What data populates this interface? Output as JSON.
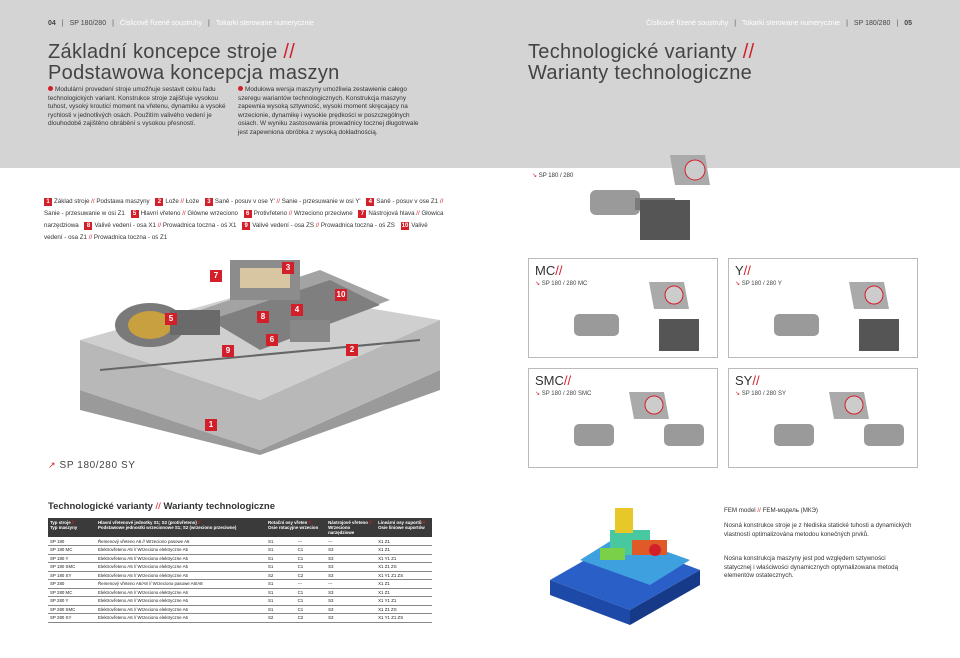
{
  "header_left": {
    "page": "04",
    "model": "SP 180/280",
    "section_cz": "Číslicově řízené soustruhy",
    "section_pl": "Tokarki sterowane numerycznie"
  },
  "header_right": {
    "section_cz": "Číslicově řízené soustruhy",
    "section_pl": "Tokarki sterowane numerycznie",
    "model": "SP 180/280",
    "page": "05"
  },
  "left_title": {
    "line1": "Základní koncepce stroje",
    "line2": "Podstawowa koncepcja maszyn",
    "slashes": "//"
  },
  "right_title": {
    "line1": "Technologické varianty",
    "line2": "Warianty technologiczne",
    "slashes": "//"
  },
  "intro_cz": "Modulární provedení stroje umožňuje sestavit celou řadu technologických variant. Konstrukce stroje zajišťuje vysokou tuhost, vysoký krouticí moment na vřetenu, dynamiku a vysoké rychlosti v jednotlivých osách. Použitím valivého vedení je dlouhodobě zajištěno obrábění s vysokou přesností.",
  "intro_pl": "Modułowa wersja maszyny umożliwia zestawienie całego szeregu wariantów technologicznych. Konstrukcja maszyny zapewnia wysoką sztywność, wysoki moment skręcający na wrzecionie, dynamikę i wysokie prędkości w poszczególnych osiach. W wyniku zastosowania prowadnicy tocznej długotrwale jest zapewniona obróbka z wysoką dokładnością.",
  "components": [
    {
      "n": "1",
      "cz": "Základ stroje",
      "pl": "Podstawa maszyny"
    },
    {
      "n": "2",
      "cz": "Lože",
      "pl": "Łoże"
    },
    {
      "n": "3",
      "cz": "Saně - posuv v ose Y'",
      "pl": "Sanie - przesuwanie w osi Y'"
    },
    {
      "n": "4",
      "cz": "Saně - posuv v ose Z1",
      "pl": "Sanie - przesuwanie w osi Z1"
    },
    {
      "n": "5",
      "cz": "Hlavní vřeteno",
      "pl": "Główne wrzeciono"
    },
    {
      "n": "6",
      "cz": "Protivřeteno",
      "pl": "Wrzeciono przeciwne"
    },
    {
      "n": "7",
      "cz": "Nástrojová hlava",
      "pl": "Głowica narzędziowa"
    },
    {
      "n": "8",
      "cz": "Valivé vedení - osa X1",
      "pl": "Prowadnica toczna - oś X1"
    },
    {
      "n": "9",
      "cz": "Valivé vedení - osa ZS",
      "pl": "Prowadnica toczna - oś ZS"
    },
    {
      "n": "10",
      "cz": "Valivé vedení - osa Z1",
      "pl": "Prowadnica toczna - oś Z1"
    }
  ],
  "model_label": "SP 180/280 SY",
  "variants": [
    {
      "title": "MC",
      "sub": "SP 180 / 280 MC"
    },
    {
      "title": "Y",
      "sub": "SP 180 / 280 Y"
    },
    {
      "title": "SMC",
      "sub": "SP 180 / 280 SMC"
    },
    {
      "title": "SY",
      "sub": "SP 180 / 280 SY"
    }
  ],
  "sp_label": "SP 180 / 280",
  "tech_title_cz": "Technologické varianty",
  "tech_title_pl": "Warianty technologiczne",
  "table": {
    "headers": [
      {
        "cz": "Typ stroje",
        "pl": "Typ maszyny"
      },
      {
        "cz": "Hlavní vřetenové jednotky S1; S2 (protivřeteno)",
        "pl": "Podstawowe jednostki wrzecionowe S1; S2 (wrzeciono przeciwne)"
      },
      {
        "cz": "Rotační osy vřeten",
        "pl": "Osie rotacyjne wrzecion"
      },
      {
        "cz": "Nástrojové vřeteno",
        "pl": "Wrzeciono narzędziowe"
      },
      {
        "cz": "Lineární osy suportů",
        "pl": "Osie liniowe suportów"
      }
    ],
    "rows": [
      [
        "SP 180",
        "Řemenový vřeteno A6 // Wrzeciono pasowe A6",
        "S1",
        "---",
        "---",
        "X1 Z1"
      ],
      [
        "SP 180 MC",
        "Elektrovřeteno A5 // Wrzeciono elektryczne A5",
        "S1",
        "C1",
        "S3",
        "X1 Z1"
      ],
      [
        "SP 180 Y",
        "Elektrovřeteno A5 // Wrzeciono elektryczne A5",
        "S1",
        "C1",
        "S3",
        "X1 Y1 Z1"
      ],
      [
        "SP 180 SMC",
        "Elektrovřeteno A5 // Wrzeciono elektryczne A5",
        "S1",
        "C1",
        "S3",
        "X1 Z1 ZS"
      ],
      [
        "SP 180 SY",
        "Elektrovřeteno A5 // Wrzeciono elektryczne A5",
        "S2",
        "C2",
        "S3",
        "X1 Y1 Z1 ZS"
      ],
      [
        "SP 280",
        "Řemenový vřeteno A6/A8 // Wrzeciono pasowe A6/A8",
        "S1",
        "---",
        "---",
        "X1 Z1"
      ],
      [
        "SP 280 MC",
        "Elektrovřeteno A6 // Wrzeciono elektryczne A6",
        "S1",
        "C1",
        "S3",
        "X1 Z1"
      ],
      [
        "SP 280 Y",
        "Elektrovřeteno A6 // Wrzeciono elektryczne A6",
        "S1",
        "C1",
        "S3",
        "X1 Y1 Z1"
      ],
      [
        "SP 280 SMC",
        "Elektrovřeteno A6 // Wrzeciono elektryczne A6",
        "S1",
        "C1",
        "S3",
        "X1 Z1 ZS"
      ],
      [
        "SP 280 SY",
        "Elektrovřeteno A6 // Wrzeciono elektryczne A6",
        "S2",
        "C2",
        "S3",
        "X1 Y1 Z1 ZS"
      ]
    ]
  },
  "fem_title_cz": "FEM model",
  "fem_title_ru": "FEM-модель (МКЭ)",
  "fem_text_cz": "Nosná konstrukce stroje je z hlediska statické tuhosti a dynamických vlastností optimalizována metodou konečných prvků.",
  "fem_text_pl": "Nośna konstrukcja maszyny jest pod względem sztywności statycznej i właściwości dynamicznych optymalizowana metodą elementów ostatecznych.",
  "colors": {
    "accent": "#d31f2a",
    "band": "#d4d4d4",
    "table_header": "#3a3a3a"
  }
}
